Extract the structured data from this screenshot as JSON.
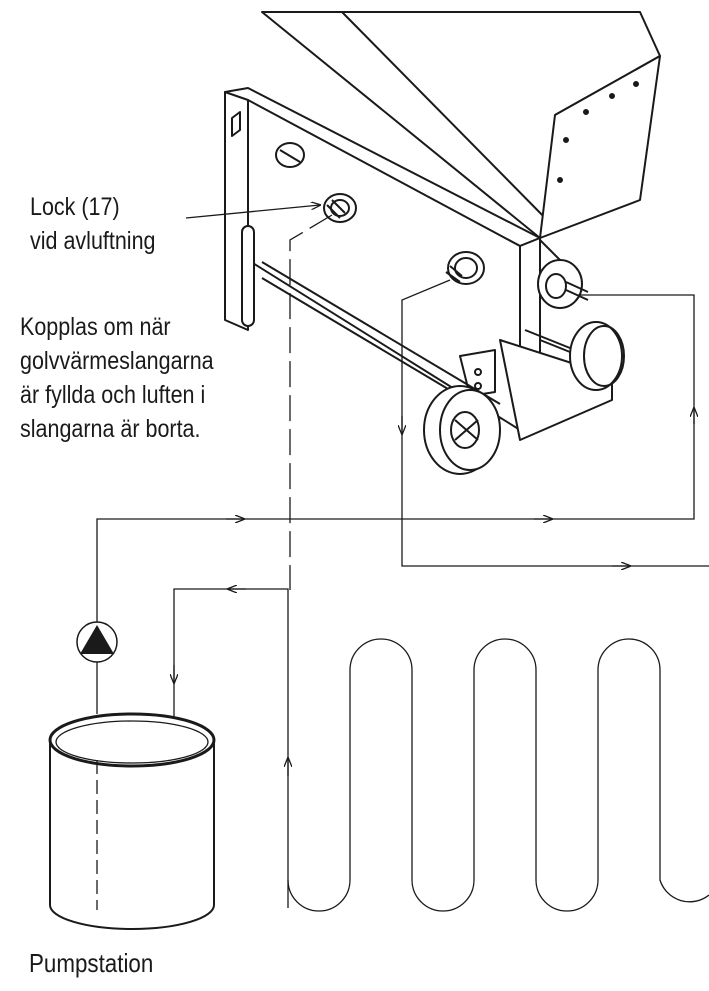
{
  "labels": {
    "lock": [
      "Lock (17)",
      "vid avluftning"
    ],
    "note": [
      "Kopplas om när",
      "golvvärmeslangarna",
      "är fyllda och luften i",
      "slangarna är borta."
    ],
    "pump": "Pumpstation"
  },
  "colors": {
    "line": "#1a1a1a",
    "background": "#ffffff"
  }
}
